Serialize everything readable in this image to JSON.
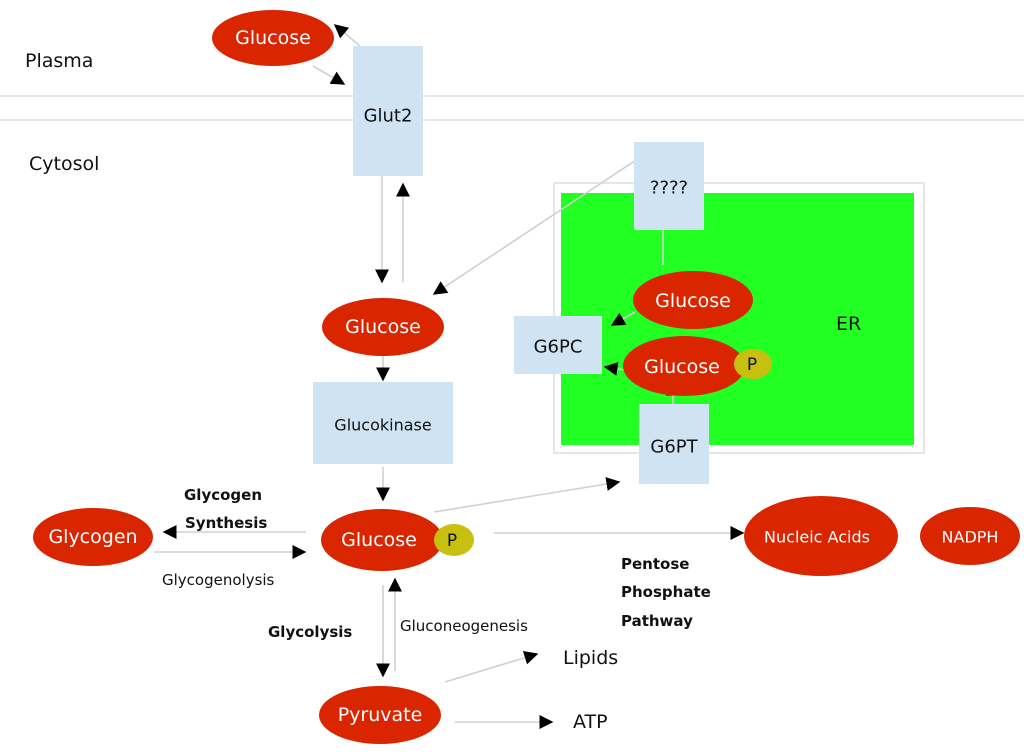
{
  "regions": {
    "plasma": "Plasma",
    "cytosol": "Cytosol",
    "er": "ER"
  },
  "molecules": {
    "plasma_glucose": "Glucose",
    "cytosol_glucose": "Glucose",
    "er_glucose": "Glucose",
    "er_glucose_6p": "Glucose",
    "glucose_6p": "Glucose",
    "glycogen": "Glycogen",
    "pyruvate": "Pyruvate",
    "nucleic_acids": "Nucleic Acids",
    "nadph": "NADPH",
    "phosphate": "P"
  },
  "enzymes": {
    "glut2": "Glut2",
    "glucokinase": "Glucokinase",
    "unknown_transporter": "????",
    "g6pc": "G6PC",
    "g6pt": "G6PT"
  },
  "pathways": {
    "glycogen_synthesis_line1": "Glycogen",
    "glycogen_synthesis_line2": "Synthesis",
    "glycogenolysis": "Glycogenolysis",
    "glycolysis": "Glycolysis",
    "gluconeogenesis": "Gluconeogenesis",
    "ppp_line1": "Pentose",
    "ppp_line2": "Phosphate",
    "ppp_line3": "Pathway"
  },
  "products": {
    "lipids": "Lipids",
    "atp": "ATP"
  },
  "colors": {
    "molecule": "#d92500",
    "enzyme": "#cfe3f2",
    "phosphate": "#c8c010",
    "er": "#22ff22"
  }
}
